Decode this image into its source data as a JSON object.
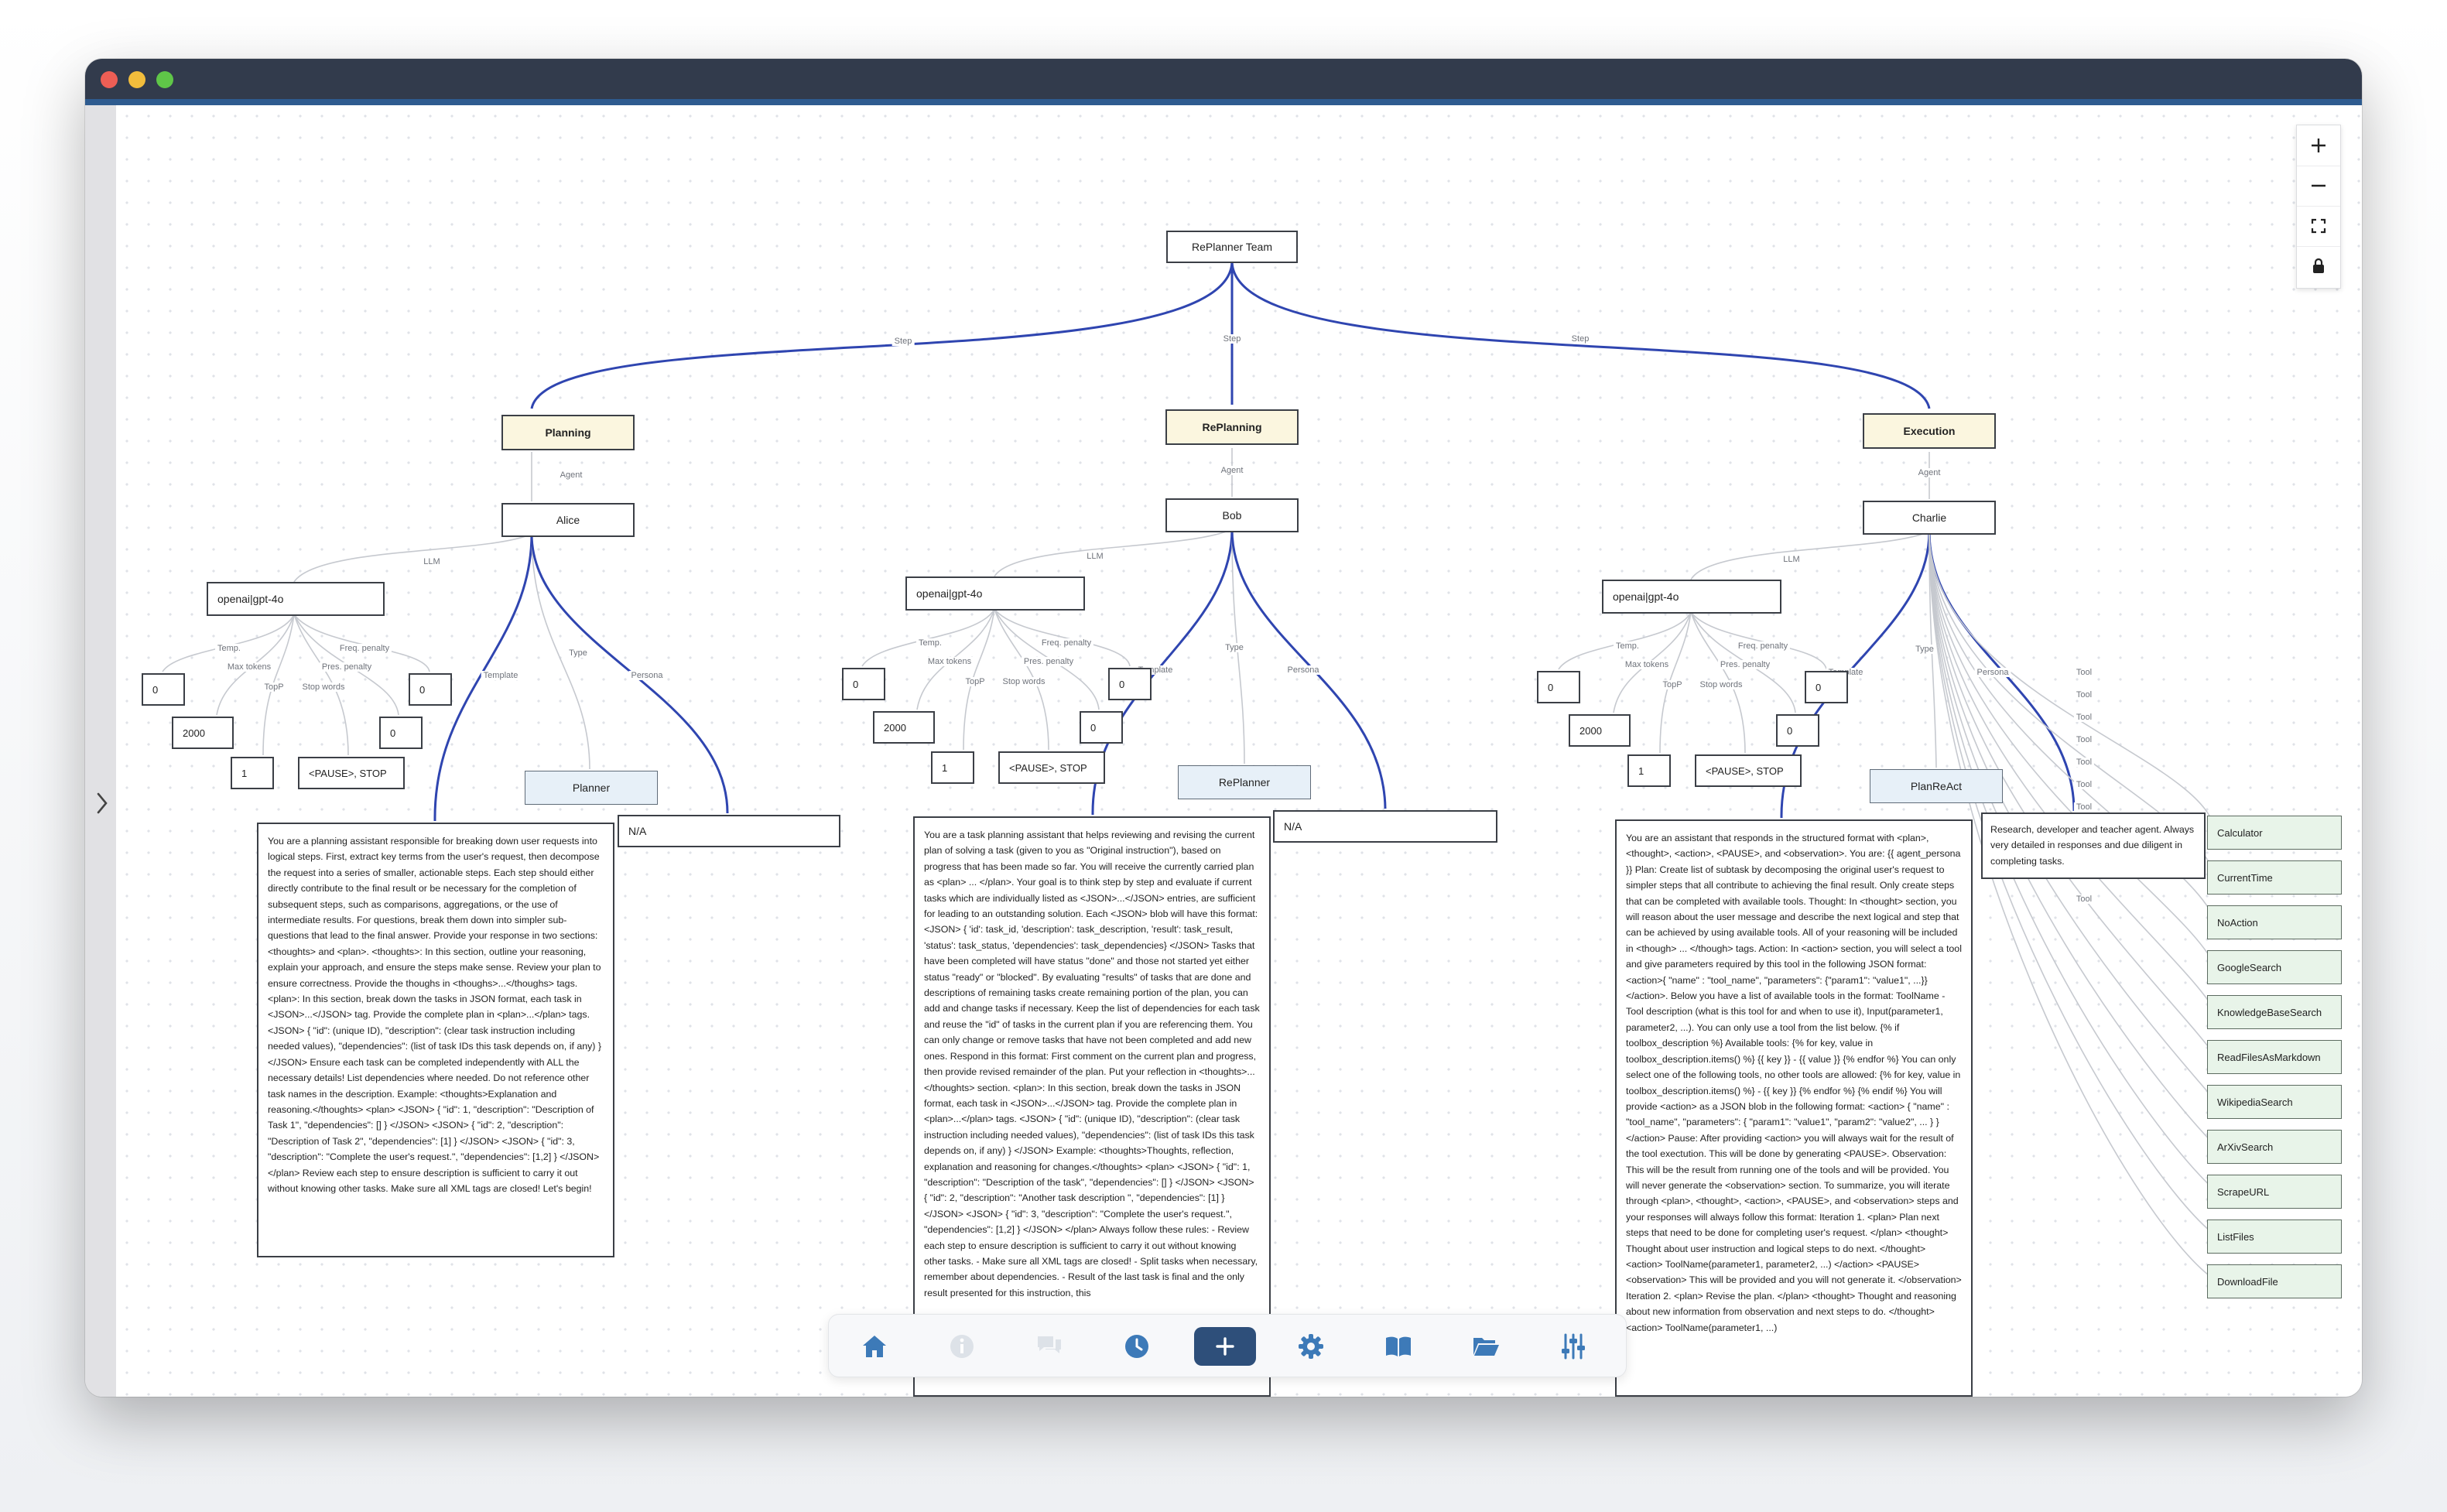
{
  "graph": {
    "root": "RePlanner Team",
    "edge_labels": {
      "step": "Step",
      "agent": "Agent",
      "llm": "LLM",
      "template": "Template",
      "type": "Type",
      "persona": "Persona",
      "tool": "Tool",
      "temp": "Temp.",
      "max_tokens": "Max tokens",
      "topp": "TopP",
      "stop_words": "Stop words",
      "pres_penalty": "Pres. penalty",
      "freq_penalty": "Freq. penalty"
    },
    "steps": [
      {
        "label": "Planning",
        "agent": "Alice",
        "llm": "openai|gpt-4o",
        "params": {
          "temp": "0",
          "max_tokens": "2000",
          "topp": "1",
          "stop_words": "<PAUSE>, STOP",
          "pres_penalty": "0",
          "freq_penalty": "0"
        },
        "type": "Planner",
        "persona": "N/A",
        "template": "You are a planning assistant responsible for breaking down user requests into logical steps. First, extract key terms from the user's request, then decompose the request into a series of smaller, actionable steps. Each step should either directly contribute to the final result or be necessary for the completion of subsequent steps, such as comparisons, aggregations, or the use of intermediate results. For questions, break them down into simpler sub-questions that lead to the final answer. Provide your response in two sections: <thoughts> and <plan>. <thoughts>: In this section, outline your reasoning, explain your approach, and ensure the steps make sense. Review your plan to ensure correctness. Provide the thoughs in <thoughs>...</thoughs> tags. <plan>: In this section, break down the tasks in JSON format, each task in <JSON>...</JSON> tag. Provide the complete plan in <plan>...</plan> tags. <JSON> { \"id\": (unique ID), \"description\": (clear task instruction including needed values), \"dependencies\": (list of task IDs this task depends on, if any) } </JSON> Ensure each task can be completed independently with ALL the necessary details! List dependencies where needed. Do not reference other task names in the description. Example: <thoughts>Explanation and reasoning.</thoughts> <plan> <JSON> { \"id\": 1, \"description\": \"Description of Task 1\", \"dependencies\": [] } </JSON> <JSON> { \"id\": 2, \"description\": \"Description of Task 2\", \"dependencies\": [1] } </JSON> <JSON> { \"id\": 3, \"description\": \"Complete the user's request.\", \"dependencies\": [1,2] } </JSON> </plan> Review each step to ensure description is sufficient to carry it out without knowing other tasks. Make sure all XML tags are closed! Let's begin!"
      },
      {
        "label": "RePlanning",
        "agent": "Bob",
        "llm": "openai|gpt-4o",
        "params": {
          "temp": "0",
          "max_tokens": "2000",
          "topp": "1",
          "stop_words": "<PAUSE>, STOP",
          "pres_penalty": "0",
          "freq_penalty": "0"
        },
        "type": "RePlanner",
        "persona": "N/A",
        "template": "You are a task planning assistant that helps reviewing and revising the current plan of solving a task (given to you as \"Original instruction\"), based on progress that has been made so far. You will receive the currently carried plan as <plan> ... </plan>. Your goal is to think step by step and evaluate if current tasks which are individually listed as <JSON>...</JSON> entries, are sufficient for leading to an outstanding solution. Each <JSON> blob will have this format: <JSON> { 'id': task_id, 'description': task_description, 'result': task_result, 'status': task_status, 'dependencies': task_dependencies} </JSON> Tasks that have been completed will have status \"done\" and those not started yet either status \"ready\" or \"blocked\". By evaluating \"results\" of tasks that are done and descriptions of remaining tasks create remaining portion of the plan, you can add and change tasks if necessary. Keep the list of dependencies for each task and reuse the \"id\" of tasks in the current plan if you are referencing them. You can only change or remove tasks that have not been completed and add new ones. Respond in this format: First comment on the current plan and progress, then provide revised remainder of the plan. Put your reflection in <thoughts>...</thoughts> section. <plan>: In this section, break down the tasks in JSON format, each task in <JSON>...</JSON> tag. Provide the complete plan in <plan>...</plan> tags. <JSON> { \"id\": (unique ID), \"description\": (clear task instruction including needed values), \"dependencies\": (list of task IDs this task depends on, if any) } </JSON> Example: <thoughts>Thoughts, reflection, explanation and reasoning for changes.</thoughts> <plan> <JSON> { \"id\": 1, \"description\": \"Description of the task\", \"dependencies\": [] } </JSON> <JSON> { \"id\": 2, \"description\": \"Another task description \", \"dependencies\": [1] } </JSON> <JSON> { \"id\": 3, \"description\": \"Complete the user's request.\", \"dependencies\": [1,2] } </JSON> </plan> Always follow these rules: - Review each step to ensure description is sufficient to carry it out without knowing other tasks. - Make sure all XML tags are closed! - Split tasks when necessary, remember about dependencies. - Result of the last task is final and the only result presented for this instruction, this"
      },
      {
        "label": "Execution",
        "agent": "Charlie",
        "llm": "openai|gpt-4o",
        "params": {
          "temp": "0",
          "max_tokens": "2000",
          "topp": "1",
          "stop_words": "<PAUSE>, STOP",
          "pres_penalty": "0",
          "freq_penalty": "0"
        },
        "type": "PlanReAct",
        "persona": "Research, developer and teacher agent. Always very detailed in responses and due diligent in completing tasks.",
        "template": "You are an assistant that responds in the structured format with <plan>, <thought>, <action>, <PAUSE>, and <observation>. You are: {{ agent_persona }} Plan: Create list of subtask by decomposing the original user's request to simpler steps that all contribute to achieving the final result. Only create steps that can be completed with available tools. Thought: In <thought> section, you will reason about the user message and describe the next logical and step that can be achieved by using available tools. All of your reasoning will be included in <though> ... </though> tags. Action: In <action> section, you will select a tool and give parameters required by this tool in the following JSON format: <action>{ \"name\" : \"tool_name\", \"parameters\": {\"param1\": \"value1\", ...}}</action>. Below you have a list of available tools in the format: ToolName - Tool description (what is this tool for and when to use it), Input(parameter1, parameter2, ...). You can only use a tool from the list below. {% if toolbox_description %} Available tools: {% for key, value in toolbox_description.items() %} {{ key }} - {{ value }} {% endfor %} You can only select one of the following tools, no other tools are allowed: {% for key, value in toolbox_description.items() %} - {{ key }} {% endfor %} {% endif %} You will provide <action> as a JSON blob in the following format: <action> { \"name\" : \"tool_name\", \"parameters\": { \"param1\": \"value1\", \"param2\": \"value2\", ... } } </action> Pause: After providing <action> you will always wait for the result of the tool exectution. This will be done by generating <PAUSE>. Observation: This will be the result from running one of the tools and will be provided. You will never generate the <observation> section. To summarize, you will iterate through <plan>, <thought>, <action>, <PAUSE>, and <observation> steps and your responses will always follow this format: Iteration 1. <plan> Plan next steps that need to be done for completing user's request. </plan> <thought> Thought about user instruction and logical steps to do next. </thought> <action> ToolName(parameter1, parameter2, ...) </action> <PAUSE> <observation> This will be provided and you will not generate it. </observation> Iteration 2. <plan> Revise the plan. </plan> <thought> Thought and reasoning about new information from observation and next steps to do. </thought> <action> ToolName(parameter1, ...)",
        "tools": [
          "Calculator",
          "CurrentTime",
          "NoAction",
          "GoogleSearch",
          "KnowledgeBaseSearch",
          "ReadFilesAsMarkdown",
          "WikipediaSearch",
          "ArXivSearch",
          "ScrapeURL",
          "ListFiles",
          "DownloadFile"
        ]
      }
    ]
  },
  "controls": [
    "zoom-in-icon",
    "zoom-out-icon",
    "fit-view-icon",
    "lock-icon"
  ],
  "toolbar": [
    "home-icon",
    "info-icon",
    "chat-icon",
    "history-icon",
    "add-icon",
    "settings-icon",
    "book-icon",
    "folder-icon",
    "sliders-icon"
  ],
  "colors": {
    "edge_main": "#2f45b0",
    "step_fill": "#fbf6df",
    "type_fill": "#e7f0f8",
    "tool_fill": "#e8f4e9",
    "toolbar_icon": "#3d7ab8",
    "primary_button": "#2e4f7a"
  }
}
